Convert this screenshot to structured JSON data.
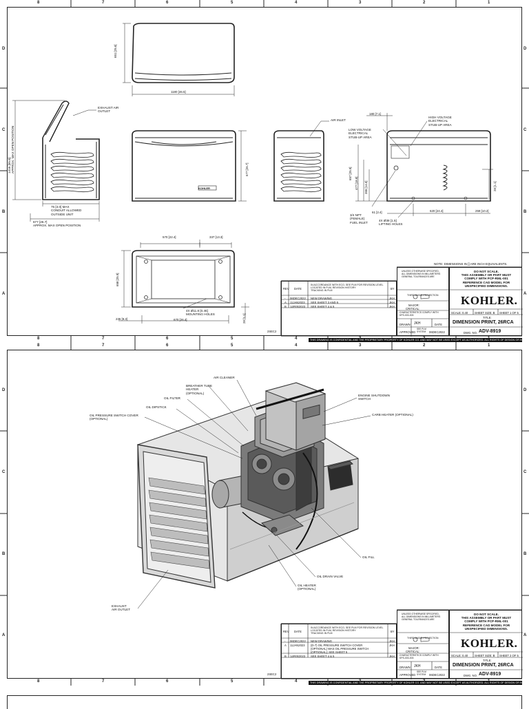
{
  "zones": {
    "columns": [
      "8",
      "7",
      "6",
      "5",
      "4",
      "3",
      "2",
      "1"
    ],
    "rows": [
      "D",
      "C",
      "B",
      "A"
    ]
  },
  "sheet1": {
    "front_top": {
      "dim_width": "1180 [46.5]",
      "dim_height": "651 [25.6]"
    },
    "side_left": {
      "label_exhaust": "EXHAUST AIR\nOUTLET",
      "dim_open_height": "1416 [55.8]\nAPPROX. MAX OPEN POSITION",
      "dim_conduit": "75 [3.0] MAX\nCONDUIT ALLOWED\nOUTSIDE UNIT",
      "dim_open_depth": "677 [26.7]\nAPPROX. MAX OPEN POSITION"
    },
    "front": {
      "nameplate": "KOHLER",
      "dim_height": "677 [26.7]"
    },
    "side_right": {
      "label_air_inlet": "AIR INLET"
    },
    "rear": {
      "label_low_voltage": "LOW VOLTAGE\nELECTRICAL\nSTUB-UP AREA",
      "label_high_voltage": "HIGH VOLTAGE\nELECTRICAL\nSTUB-UP AREA",
      "dim_top": "180 [7.1]",
      "dim_v1": "657 [25.9]",
      "dim_v2": "477 [18.8]",
      "dim_v3": "355 [14.0]",
      "dim_right": "28 [1.1]",
      "label_fuel": "3/4 NPT\n(FEMALE)\nFUEL INLET",
      "dim_fuel": "61 [2.4]",
      "label_lifting": "4X Ø38 [1.5]\nLIFTING HOLES",
      "dim_bottom": "620 [24.4]",
      "dim_bottom_right": "259 [10.2]"
    },
    "plan": {
      "dim_a": "570 [22.4]",
      "dim_b": "337 [13.3]",
      "dim_v": "658 [25.9]",
      "label_mounting": "4X Ø11.8 [0.46]\nMOUNTING HOLES",
      "dim_c": "235 [9.3]",
      "dim_d": "670 [26.4]",
      "dim_e": "28 [1.1]"
    },
    "note_dimensions": "NOTE: DIMENSIONS IN [] ARE INCH EQUIVALENTS.",
    "title_block": {
      "unless": "UNLESS OTHERWISE SPECIFIED,\nALL DIMENSIONS IN MILLIMETERS\nGENERAL TOLERANCES ARE",
      "dont_scale": "DO NOT SCALE.\nTHIS ASSEMBLY OR PART MUST\nCOMPLY WITH PCP-RML-001\nREFERENCE CAD MODEL FOR\nUNSPECIFIED DIMENSIONS.",
      "tolerances": "THIRD ANGLE PROJECTION",
      "brand": "KOHLER.",
      "major": "MAJOR: ",
      "critical": "CRITICAL: ",
      "characteristics": "CHARACTERISTICS COMPLY WITH\nKPS-003-003",
      "scale": "SCALE: 0.40",
      "sheet_size": "SHEET SIZE: B",
      "sheet_no": "SHEET 1 OF 5",
      "drawn_label": "DRAWN",
      "drawn_by": "JKH",
      "date_label": "DATE",
      "title_label": "TITLE:",
      "title": "DIMENSION PRINT, 26RCA",
      "approved_label": "APPROVED",
      "approved_sig": "SEE PLM\nSYSTEM",
      "approved_date": "06DEC2022",
      "dwg_label": "DWG. NO.",
      "dwg_no": "ADV-8919",
      "rev_head": "REV",
      "date_head": "DATE",
      "desc_head": "IN ACCORDANCE WITH ECO, SEE PLM FOR REVISION LEVEL\nLOCATED IN PLM, REVISION HISTORY\nTRACKING IN PLM",
      "by_head": "BY",
      "rows": [
        {
          "rev": "-",
          "date": "06DEC2022",
          "desc": "NEW DRAWING",
          "by": "JKH"
        },
        {
          "rev": "A",
          "date": "11JAN2023",
          "desc": "SEE SHEET 3 AND 5",
          "by": "JKH"
        },
        {
          "rev": "B",
          "date": "14FEB2023",
          "desc": "SEE SHEET 4 & 5",
          "by": "JKH"
        }
      ],
      "code": "2SEC2",
      "footer": "THIS DRAWING IS CONFIDENTIAL AND THE PROPRIETARY PROPERTY OF KOHLER CO. AND MAY NOT BE USED EXCEPT AS AUTHORIZED. ALL RIGHTS OF DESIGN OR INVENTION ARE RESERVED."
    }
  },
  "sheet2": {
    "callouts": {
      "air_cleaner": "AIR CLEANER",
      "breather": "BREATHER TUBE\nHEATER\n(OPTIONAL)",
      "oil_filter": "OIL FILTER",
      "oil_dipstick": "OIL DIPSTICK",
      "oil_pressure": "OIL PRESSURE SWITCH COVER\n(OPTIONAL)",
      "engine_shutdown": "ENGINE SHUTDOWN\nSWITCH",
      "carb_heater": "CARB HEATER (OPTIONAL)",
      "oil_fill": "OIL FILL",
      "oil_drain": "OIL DRAIN VALVE",
      "oil_heater": "OIL HEATER\n(OPTIONAL)",
      "exhaust": "EXHAUST\nAIR OUTLET"
    },
    "title_block": {
      "sheet_no": "SHEET 2 OF 5",
      "rows": [
        {
          "rev": "-",
          "date": "06DEC2022",
          "desc": "NEW DRAWING",
          "by": "JKH"
        },
        {
          "rev": "A",
          "date": "11JAN2023",
          "desc": "(D-7) OIL PRESSURE SWITCH COVER\n(OPTIONAL) WAS OIL PRESSURE SWITCH\n(OPTIONAL); SEE SHEET 5",
          "by": "JKH"
        },
        {
          "rev": "B",
          "date": "14FEB2023",
          "desc": "SEE SHEET 4 & 5",
          "by": "JKH"
        }
      ]
    }
  }
}
